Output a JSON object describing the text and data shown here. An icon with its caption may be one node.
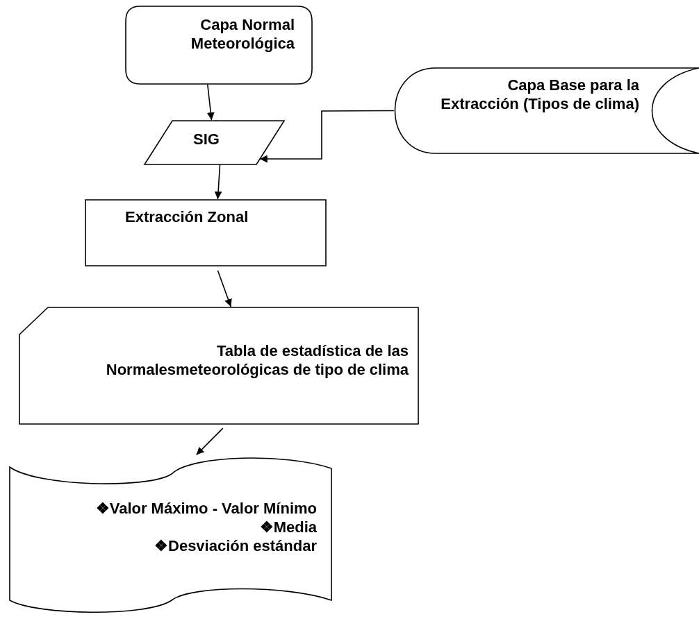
{
  "diagram": {
    "nodes": [
      {
        "text": [
          "Capa Normal Meteorológica"
        ]
      },
      {
        "text": [
          "SIG"
        ]
      },
      {
        "text": [
          "Capa Base para la Extracción (Tipos de clima)"
        ]
      },
      {
        "text": [
          "Extracción Zonal"
        ]
      },
      {
        "text": [
          "Tabla de estadística de las Normalesmeteorológicas de tipo de clima"
        ]
      },
      {
        "text": [
          "❖Valor Máximo - Valor Mínimo",
          "❖Media",
          "❖Desviación estándar"
        ]
      }
    ],
    "edges": [
      {
        "from": 0,
        "to": 1,
        "arrow": "to"
      },
      {
        "from": 2,
        "to": 1,
        "arrow": "to"
      },
      {
        "from": 1,
        "to": 3,
        "arrow": "to"
      },
      {
        "from": 3,
        "to": 4,
        "arrow": "to"
      },
      {
        "from": 4,
        "to": 5,
        "arrow": "to"
      }
    ]
  }
}
